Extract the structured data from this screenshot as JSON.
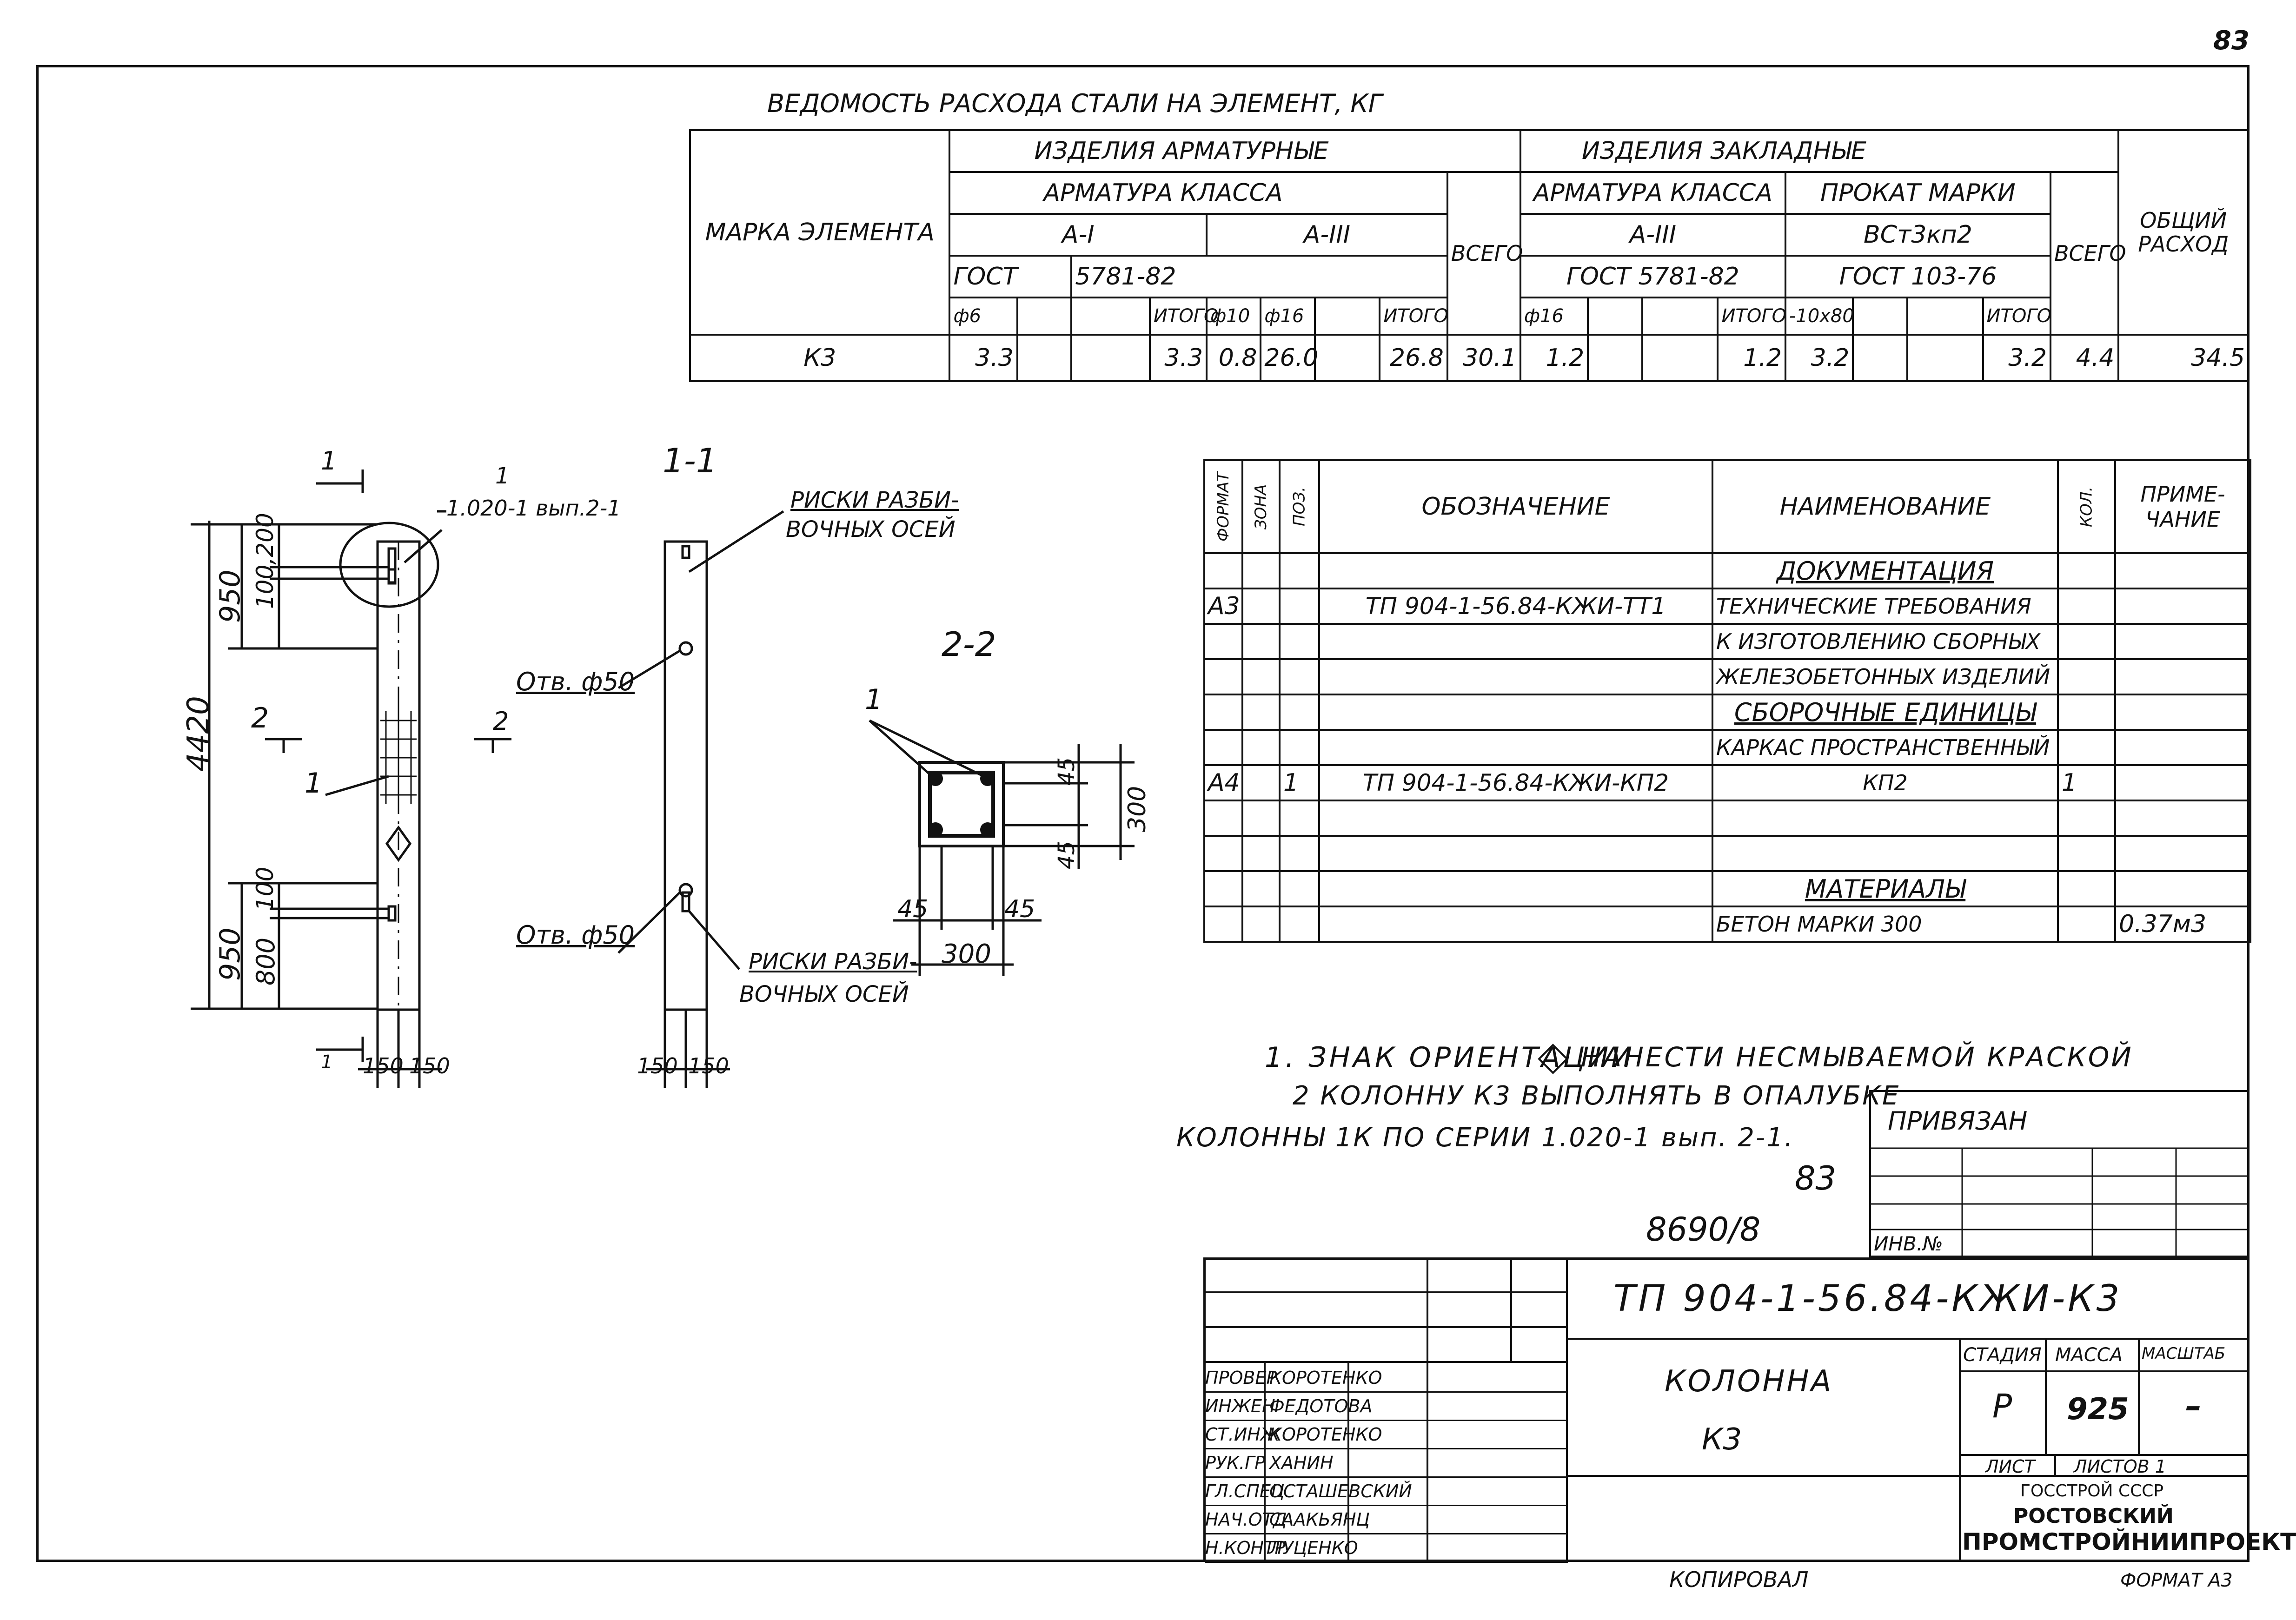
{
  "page_number": "83",
  "steel_table": {
    "title": "ВЕДОМОСТЬ РАСХОДА СТАЛИ НА ЭЛЕМЕНТ, КГ",
    "col_mark": "МАРКА ЭЛЕМЕНТА",
    "group_reinforcing": "ИЗДЕЛИЯ АРМАТУРНЫЕ",
    "group_embedded": "ИЗДЕЛИЯ ЗАКЛАДНЫЕ",
    "rebar_class": "АРМАТУРА КЛАССА",
    "class_a1": "А-I",
    "class_a3": "А-III",
    "gost_5781": "ГОСТ",
    "gost_5781_num": "5781-82",
    "embedded_rebar_class": "АРМАТУРА КЛАССА",
    "embedded_a3": "А-III",
    "embedded_gost": "ГОСТ 5781-82",
    "rolled_mark": "ПРОКАТ МАРКИ",
    "rolled_steel": "ВСт3кп2",
    "rolled_gost": "ГОСТ 103-76",
    "total": "ВСЕГО",
    "total2": "ВСЕГО",
    "overall": "ОБЩИЙ РАСХОД",
    "sizes": [
      "ф6",
      "",
      "",
      "ИТОГО",
      "ф10",
      "ф16",
      "",
      "ИТОГО",
      "ф16",
      "",
      "",
      "ИТОГО",
      "-10х80",
      "",
      "",
      "ИТОГО"
    ],
    "row": {
      "mark": "К3",
      "values": [
        "3.3",
        "",
        "",
        "3.3",
        "0.8",
        "26.0",
        "",
        "26.8",
        "30.1",
        "1.2",
        "",
        "",
        "1.2",
        "3.2",
        "",
        "",
        "3.2",
        "4.4",
        "34.5"
      ]
    }
  },
  "spec_table": {
    "headers": [
      "ФОРМАТ",
      "ЗОНА",
      "ПОЗ.",
      "ОБОЗНАЧЕНИЕ",
      "НАИМЕНОВАНИЕ",
      "КОЛ.",
      "ПРИМЕ-ЧАНИЕ"
    ],
    "rows": [
      [
        "",
        "",
        "",
        "",
        "ДОКУМЕНТАЦИЯ",
        "",
        ""
      ],
      [
        "А3",
        "",
        "",
        "ТП 904-1-56.84-КЖИ-ТТ1",
        "ТЕХНИЧЕСКИЕ ТРЕБОВАНИЯ",
        "",
        ""
      ],
      [
        "",
        "",
        "",
        "",
        "К ИЗГОТОВЛЕНИЮ СБОРНЫХ",
        "",
        ""
      ],
      [
        "",
        "",
        "",
        "",
        "ЖЕЛЕЗОБЕТОННЫХ ИЗДЕЛИЙ",
        "",
        ""
      ],
      [
        "",
        "",
        "",
        "",
        "СБОРОЧНЫЕ ЕДИНИЦЫ",
        "",
        ""
      ],
      [
        "",
        "",
        "",
        "",
        "КАРКАС ПРОСТРАНСТВЕННЫЙ",
        "",
        ""
      ],
      [
        "А4",
        "",
        "1",
        "ТП 904-1-56.84-КЖИ-КП2",
        "КП2",
        "1",
        ""
      ],
      [
        "",
        "",
        "",
        "",
        "",
        "",
        ""
      ],
      [
        "",
        "",
        "",
        "",
        "",
        "",
        ""
      ],
      [
        "",
        "",
        "",
        "",
        "МАТЕРИАЛЫ",
        "",
        ""
      ],
      [
        "",
        "",
        "",
        "",
        "БЕТОН МАРКИ 300",
        "",
        "0.37м3"
      ]
    ]
  },
  "drawing": {
    "view_1_1": "1-1",
    "view_2_2": "2-2",
    "ref_callout_num": "1",
    "ref_callout_text": "1.020-1 вып.2-1",
    "risks_top": "РИСКИ РАЗБИ-",
    "risks_top2": "ВОЧНЫХ ОСЕЙ",
    "risks_bot": "РИСКИ РАЗБИ-",
    "risks_bot2": "ВОЧНЫХ ОСЕЙ",
    "hole_top": "Отв. ф50",
    "hole_bot": "Отв. ф50",
    "dim_total": "4420",
    "dim_950_top": "950",
    "dim_950_bot": "950",
    "dim_100_200": "100,200",
    "dim_100": "100",
    "dim_800": "800",
    "dim_150a": "150",
    "dim_150b": "150",
    "dim_150c": "150",
    "dim_150d": "150",
    "sect_45a": "45",
    "sect_45b": "45",
    "sect_45c": "45",
    "sect_45d": "45",
    "sect_300a": "300",
    "sect_300b": "300",
    "cut1_top": "1",
    "cut1_bot": "1",
    "cut2_left": "2",
    "cut2_right": "2",
    "leader_1": "1",
    "leader_sect": "1"
  },
  "notes": {
    "line1a": "1. ЗНАК ОРИЕНТАЦИИ",
    "line1b": "НАНЕСТИ НЕСМЫВАЕМОЙ КРАСКОЙ",
    "line2": "2 КОЛОННУ К3 ВЫПОЛНЯТЬ В ОПАЛУБКЕ",
    "line3": "КОЛОННЫ 1К ПО СЕРИИ 1.020-1 вып. 2-1."
  },
  "handwritten": {
    "num": "83",
    "code": "8690/8"
  },
  "binding": {
    "title": "ПРИВЯЗАН",
    "inv": "ИНВ.№"
  },
  "title_block": {
    "doc_code": "ТП 904-1-56.84-КЖИ-К3",
    "name_line1": "КОЛОННА",
    "name_line2": "К3",
    "stage_h": "СТАДИЯ",
    "mass_h": "МАССА",
    "scale_h": "МАСШТАБ",
    "stage": "Р",
    "mass": "925",
    "scale": "–",
    "sheet": "ЛИСТ",
    "sheets": "ЛИСТОВ 1",
    "org1": "ГОССТРОЙ СССР",
    "org2": "РОСТОВСКИЙ",
    "org3": "ПРОМСТРОЙНИИПРОЕКТ",
    "staff": [
      {
        "role": "ПРОВЕР",
        "name": "КОРОТЕНКО"
      },
      {
        "role": "ИНЖЕН",
        "name": "ФЕДОТОВА"
      },
      {
        "role": "СТ.ИНЖ",
        "name": "КОРОТЕНКО"
      },
      {
        "role": "РУК.ГР",
        "name": "ХАНИН"
      },
      {
        "role": "ГЛ.СПЕЦ",
        "name": "ОСТАШЕВСКИЙ"
      },
      {
        "role": "НАЧ.ОТД",
        "name": "СААКЬЯНЦ"
      },
      {
        "role": "Н.КОНТР",
        "name": "ЛУЦЕНКО"
      }
    ]
  },
  "footer": {
    "copied": "КОПИРОВАЛ",
    "format": "ФОРМАТ А3"
  }
}
